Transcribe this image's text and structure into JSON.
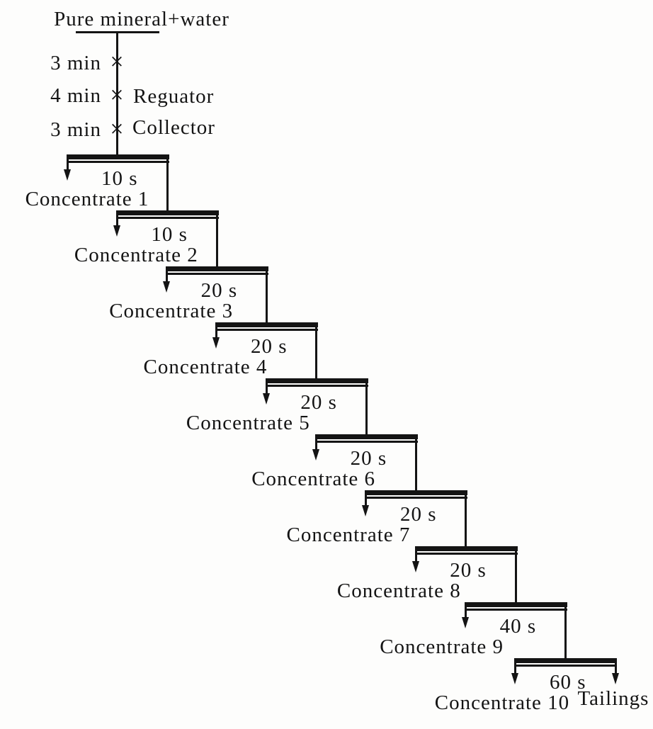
{
  "diagram": {
    "feed_label": "Pure mineral+water",
    "cross_symbol": "×",
    "conditioning_steps": [
      {
        "time": "3 min",
        "reagent": ""
      },
      {
        "time": "4 min",
        "reagent": "Reguator"
      },
      {
        "time": "3 min",
        "reagent": "Collector"
      }
    ],
    "stages": [
      {
        "time": "10 s",
        "label": "Concentrate 1"
      },
      {
        "time": "10 s",
        "label": "Concentrate 2"
      },
      {
        "time": "20 s",
        "label": "Concentrate 3"
      },
      {
        "time": "20 s",
        "label": "Concentrate 4"
      },
      {
        "time": "20 s",
        "label": "Concentrate 5"
      },
      {
        "time": "20 s",
        "label": "Concentrate 6"
      },
      {
        "time": "20 s",
        "label": "Concentrate 7"
      },
      {
        "time": "20 s",
        "label": "Concentrate 8"
      },
      {
        "time": "40 s",
        "label": "Concentrate 9"
      },
      {
        "time": "60 s",
        "label": "Concentrate 10"
      }
    ],
    "tailings_label": "Tailings",
    "colors": {
      "ink": "#141414",
      "background": "#fdfdfc"
    }
  }
}
